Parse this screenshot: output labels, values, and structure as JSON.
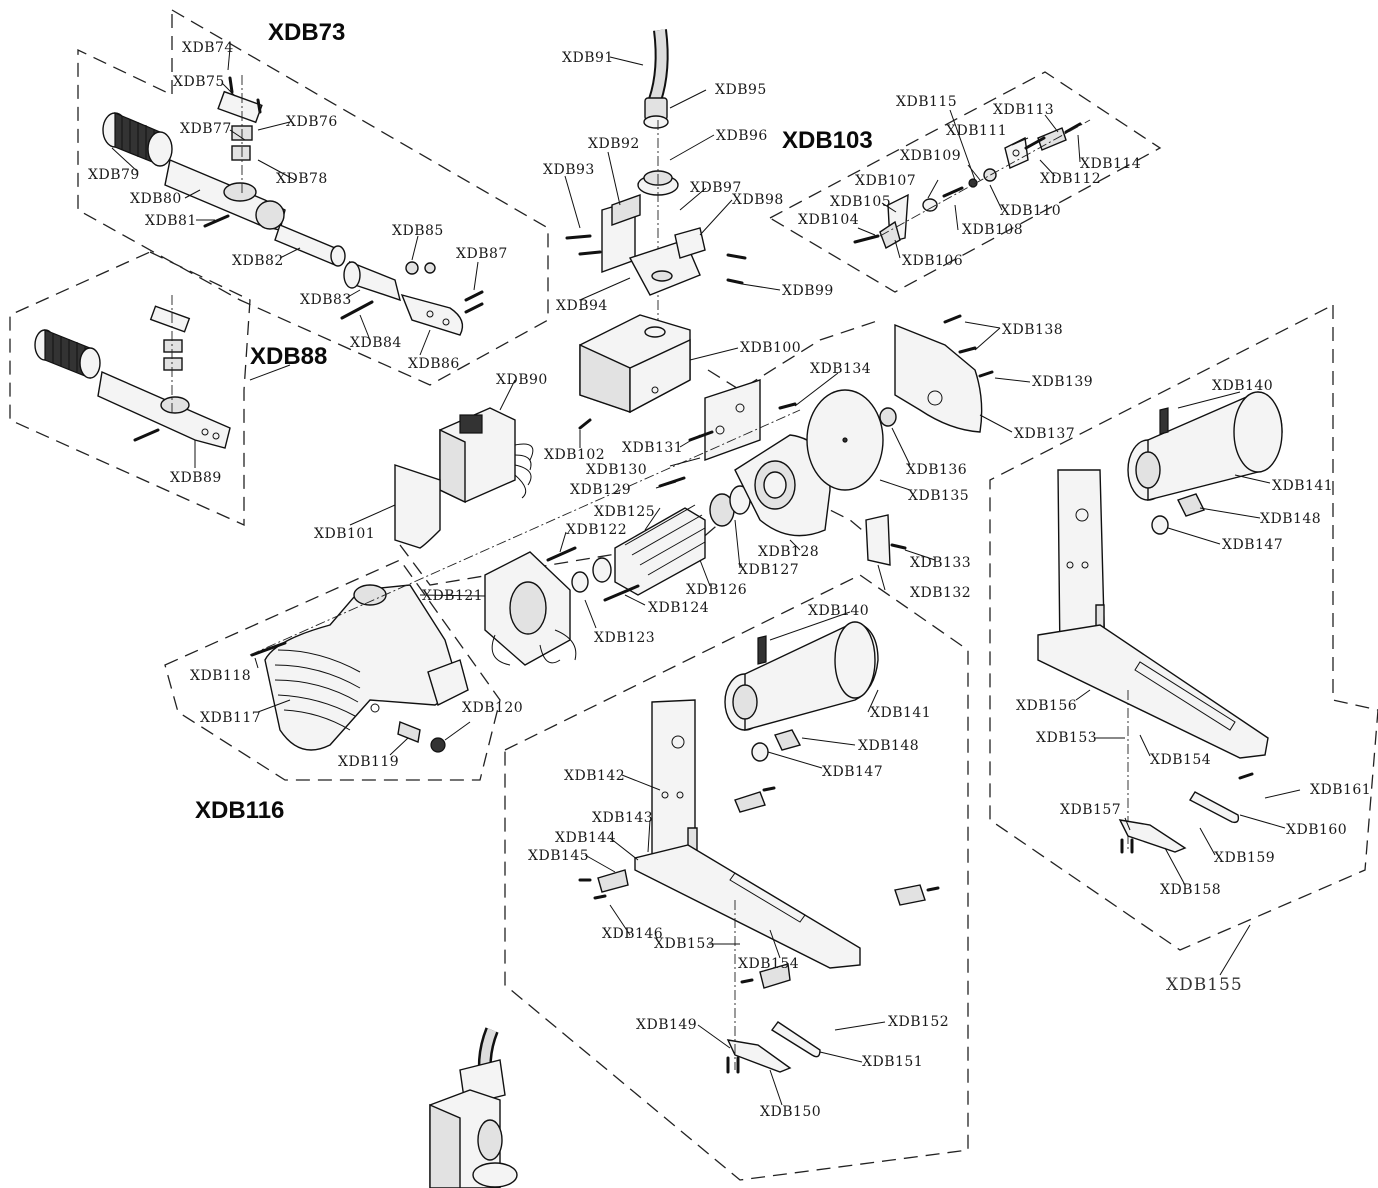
{
  "groups": {
    "g73": "XDB73",
    "g88": "XDB88",
    "g103": "XDB103",
    "g116": "XDB116",
    "g155": "XDB155"
  },
  "labels": {
    "l74": "XDB74",
    "l75": "XDB75",
    "l76": "XDB76",
    "l77": "XDB77",
    "l78": "XDB78",
    "l79": "XDB79",
    "l80": "XDB80",
    "l81": "XDB81",
    "l82": "XDB82",
    "l83": "XDB83",
    "l84": "XDB84",
    "l85": "XDB85",
    "l86": "XDB86",
    "l87": "XDB87",
    "l89": "XDB89",
    "l90": "XDB90",
    "l91": "XDB91",
    "l92": "XDB92",
    "l93": "XDB93",
    "l94": "XDB94",
    "l95": "XDB95",
    "l96": "XDB96",
    "l97": "XDB97",
    "l98": "XDB98",
    "l99": "XDB99",
    "l100": "XDB100",
    "l101": "XDB101",
    "l102": "XDB102",
    "l104": "XDB104",
    "l105": "XDB105",
    "l106": "XDB106",
    "l107": "XDB107",
    "l108": "XDB108",
    "l109": "XDB109",
    "l110": "XDB110",
    "l111": "XDB111",
    "l112": "XDB112",
    "l113": "XDB113",
    "l114": "XDB114",
    "l115": "XDB115",
    "l117": "XDB117",
    "l118": "XDB118",
    "l119": "XDB119",
    "l120": "XDB120",
    "l121": "XDB121",
    "l122": "XDB122",
    "l123": "XDB123",
    "l124": "XDB124",
    "l125": "XDB125",
    "l126": "XDB126",
    "l127": "XDB127",
    "l128": "XDB128",
    "l129": "XDB129",
    "l130": "XDB130",
    "l131": "XDB131",
    "l132": "XDB132",
    "l133": "XDB133",
    "l134": "XDB134",
    "l135": "XDB135",
    "l136": "XDB136",
    "l137": "XDB137",
    "l138": "XDB138",
    "l139": "XDB139",
    "l140a": "XDB140",
    "l140b": "XDB140",
    "l141a": "XDB141",
    "l141b": "XDB141",
    "l142": "XDB142",
    "l143": "XDB143",
    "l144": "XDB144",
    "l145": "XDB145",
    "l146": "XDB146",
    "l147a": "XDB147",
    "l147b": "XDB147",
    "l148a": "XDB148",
    "l148b": "XDB148",
    "l149": "XDB149",
    "l150": "XDB150",
    "l151": "XDB151",
    "l152": "XDB152",
    "l153a": "XDB153",
    "l153b": "XDB153",
    "l154a": "XDB154",
    "l154b": "XDB154",
    "l156": "XDB156",
    "l157": "XDB157",
    "l158": "XDB158",
    "l159": "XDB159",
    "l160": "XDB160",
    "l161": "XDB161"
  }
}
